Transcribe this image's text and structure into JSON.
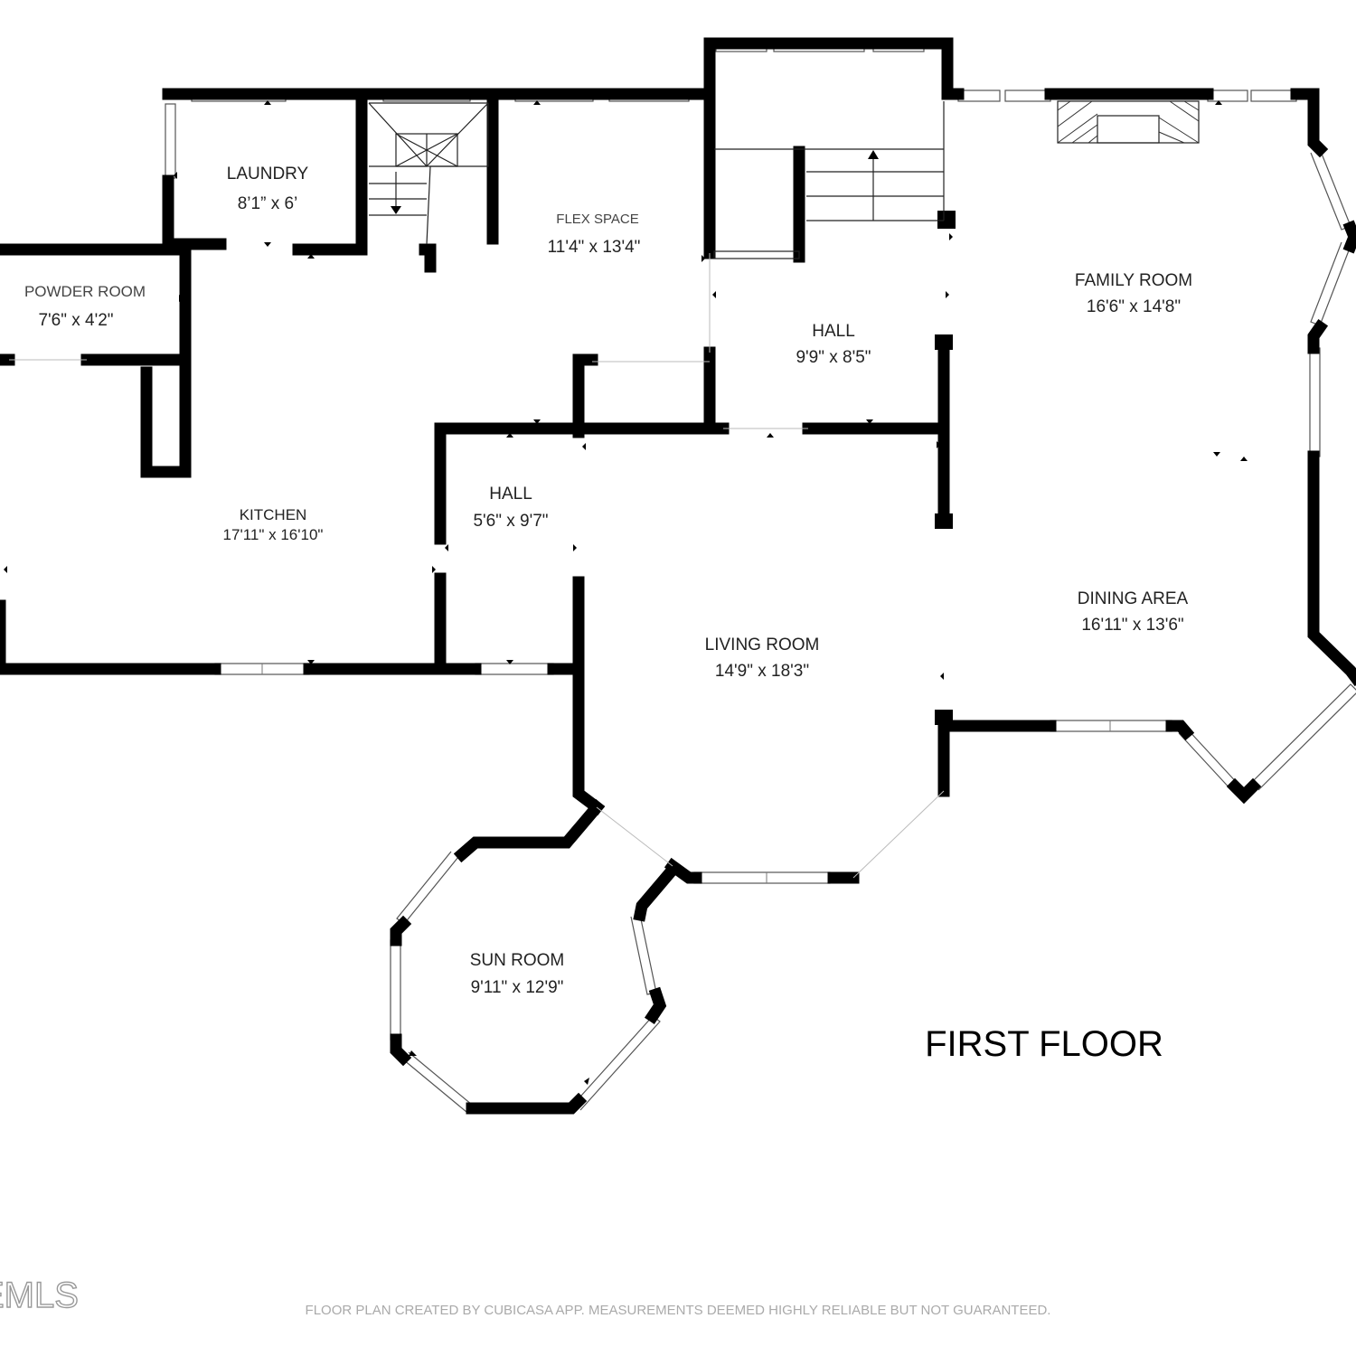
{
  "floor_title": "FIRST FLOOR",
  "disclaimer": "FLOOR PLAN CREATED BY CUBICASA APP. MEASUREMENTS DEEMED HIGHLY RELIABLE BUT NOT GUARANTEED.",
  "logo_text": "EMLS",
  "rooms": {
    "laundry": {
      "name": "LAUNDRY",
      "dims": "8’1” x 6’"
    },
    "flex_space": {
      "name": "FLEX SPACE",
      "dims": "11'4\" x 13'4\""
    },
    "powder_room": {
      "name": "POWDER ROOM",
      "dims": "7'6\" x 4'2\""
    },
    "kitchen": {
      "name": "KITCHEN",
      "dims": "17'11\" x 16'10\""
    },
    "hall_center": {
      "name": "HALL",
      "dims": "5'6\" x 9'7\""
    },
    "hall_upper": {
      "name": "HALL",
      "dims": "9'9\" x 8'5\""
    },
    "family_room": {
      "name": "FAMILY ROOM",
      "dims": "16'6\" x 14'8\""
    },
    "dining_area": {
      "name": "DINING AREA",
      "dims": "16'11\" x 13'6\""
    },
    "living_room": {
      "name": "LIVING ROOM",
      "dims": "14'9\" x 18'3\""
    },
    "sun_room": {
      "name": "SUN ROOM",
      "dims": "9'11\" x 12'9\""
    }
  }
}
